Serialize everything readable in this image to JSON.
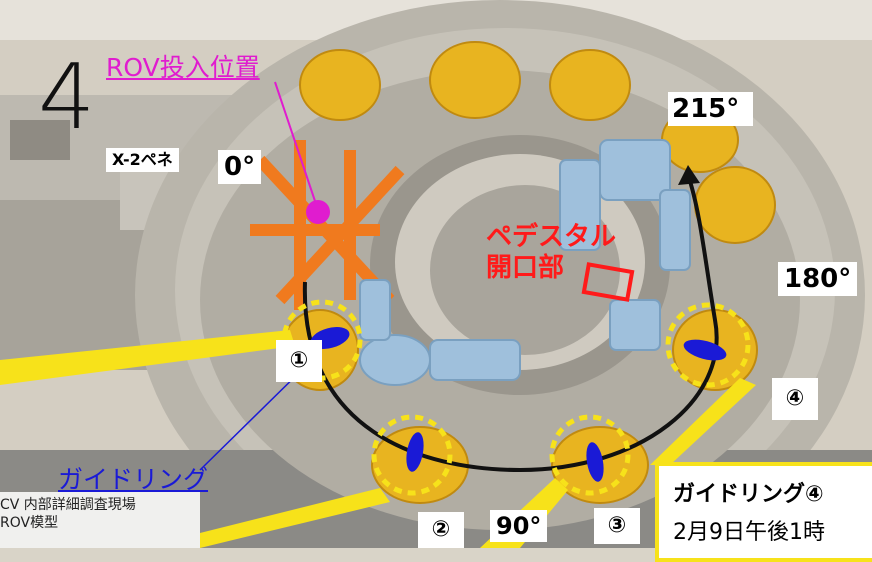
{
  "figure_number": "4",
  "labels": {
    "rov_position": "ROV投入位置",
    "x2_penetration": "X-2ペネ",
    "deg_0": "0°",
    "deg_90": "90°",
    "deg_180": "180°",
    "deg_215": "215°",
    "pedestal_opening": [
      "ペデスタル",
      "開口部"
    ],
    "guide_ring": "ガイドリング",
    "ring_1": "①",
    "ring_2": "②",
    "ring_3": "③",
    "ring_4": "④"
  },
  "callout": {
    "title": "ガイドリング④",
    "time": "2月9日午後1時"
  },
  "bottom_sign": [
    "CV 内部詳細調査現場",
    "ROV模型"
  ],
  "colors": {
    "highlight_yellow": "#f7e21a",
    "magenta": "#e01ccf",
    "guide_blue": "#1a1ad6",
    "red": "#ff1a1a",
    "model_orange": "#f07a1e",
    "model_gold": "#e8b420",
    "model_lightblue": "#9fc0dc"
  }
}
